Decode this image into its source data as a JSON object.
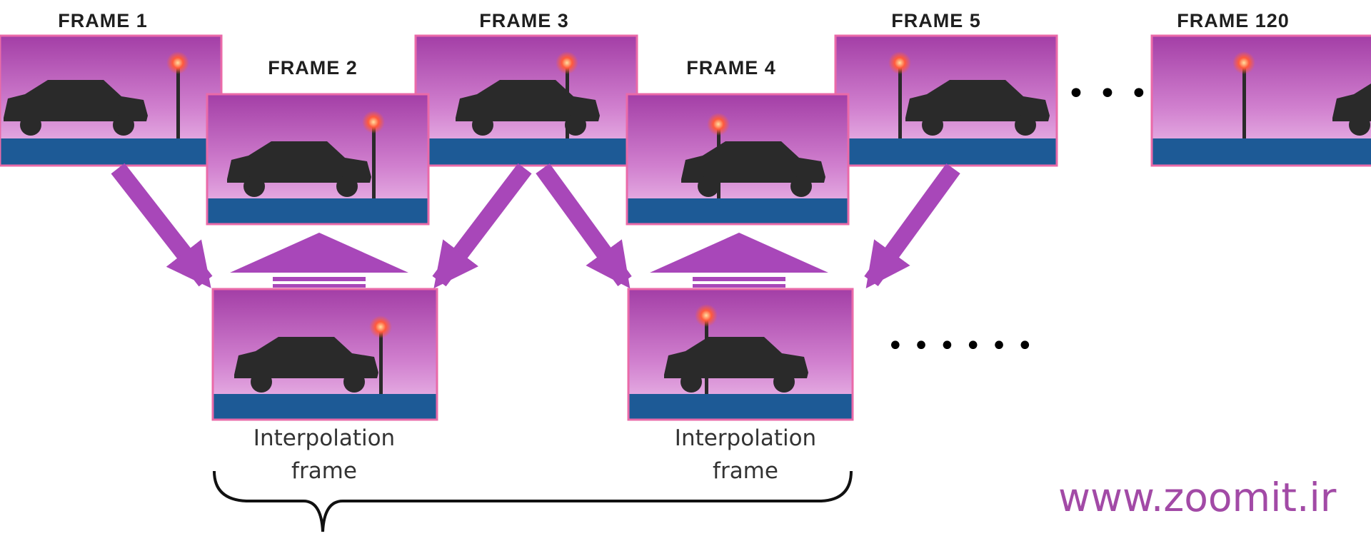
{
  "frames": {
    "f1": "FRAME 1",
    "f2": "FRAME 2",
    "f3": "FRAME 3",
    "f4": "FRAME 4",
    "f5": "FRAME 5",
    "f120": "FRAME 120"
  },
  "captions": {
    "interp1": {
      "line1": "Interpolation",
      "line2": "frame"
    },
    "interp2": {
      "line1": "Interpolation",
      "line2": "frame"
    }
  },
  "ellipsis": {
    "top": "• • •",
    "bottom": "• • • • • •"
  },
  "watermark": "www.zoomit.ir",
  "colors": {
    "sky_top": "#a33ea6",
    "sky_bottom": "#f1c6ee",
    "road": "#1d5a96",
    "frame_border": "#ea6aa8",
    "arrow": "#a847b9",
    "car": "#2a2a2a",
    "lamp_light": "#ff5a3c"
  }
}
